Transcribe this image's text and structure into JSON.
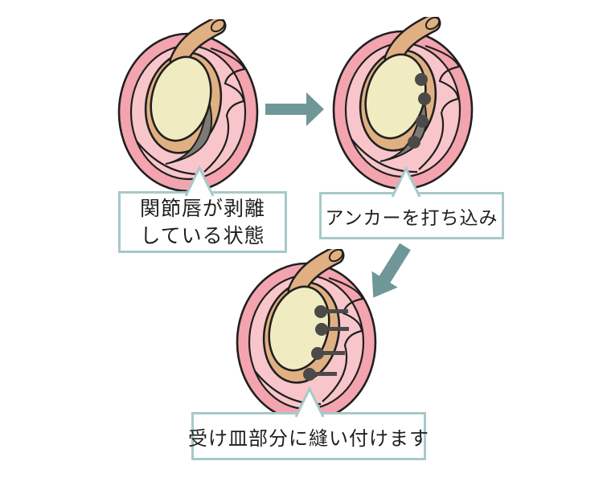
{
  "figure": {
    "description_labels": {
      "step1": {
        "lines": [
          "関節唇が剥離",
          "している状態"
        ]
      },
      "step2": {
        "lines": [
          "アンカーを打ち込み"
        ]
      },
      "step3": {
        "lines": [
          "受け皿部分に縫い付けます"
        ]
      }
    },
    "steps": [
      {
        "name": "labrum-detached",
        "anchors": 0,
        "sutures": 0
      },
      {
        "name": "anchors-inserted",
        "anchors": 4,
        "sutures": 0
      },
      {
        "name": "labrum-sutured",
        "anchors": 4,
        "sutures": 4
      }
    ],
    "icons": {
      "step1_to_step2": "arrow-right-icon",
      "step2_to_step3": "arrow-down-left-icon"
    }
  },
  "colors": {
    "background": "#ffffff",
    "arrow": "#6f9798",
    "callout-border": "#a7c9c9",
    "text": "#1f1f1f",
    "outline": "#1f1f1f",
    "pink-outer": "#f3a4ae",
    "pink-inner": "#f8c6ca",
    "tan": "#e0b083",
    "cream": "#f1ebc1",
    "gray-tear": "#7c7a76",
    "anchor-dark": "#4b4a48"
  }
}
